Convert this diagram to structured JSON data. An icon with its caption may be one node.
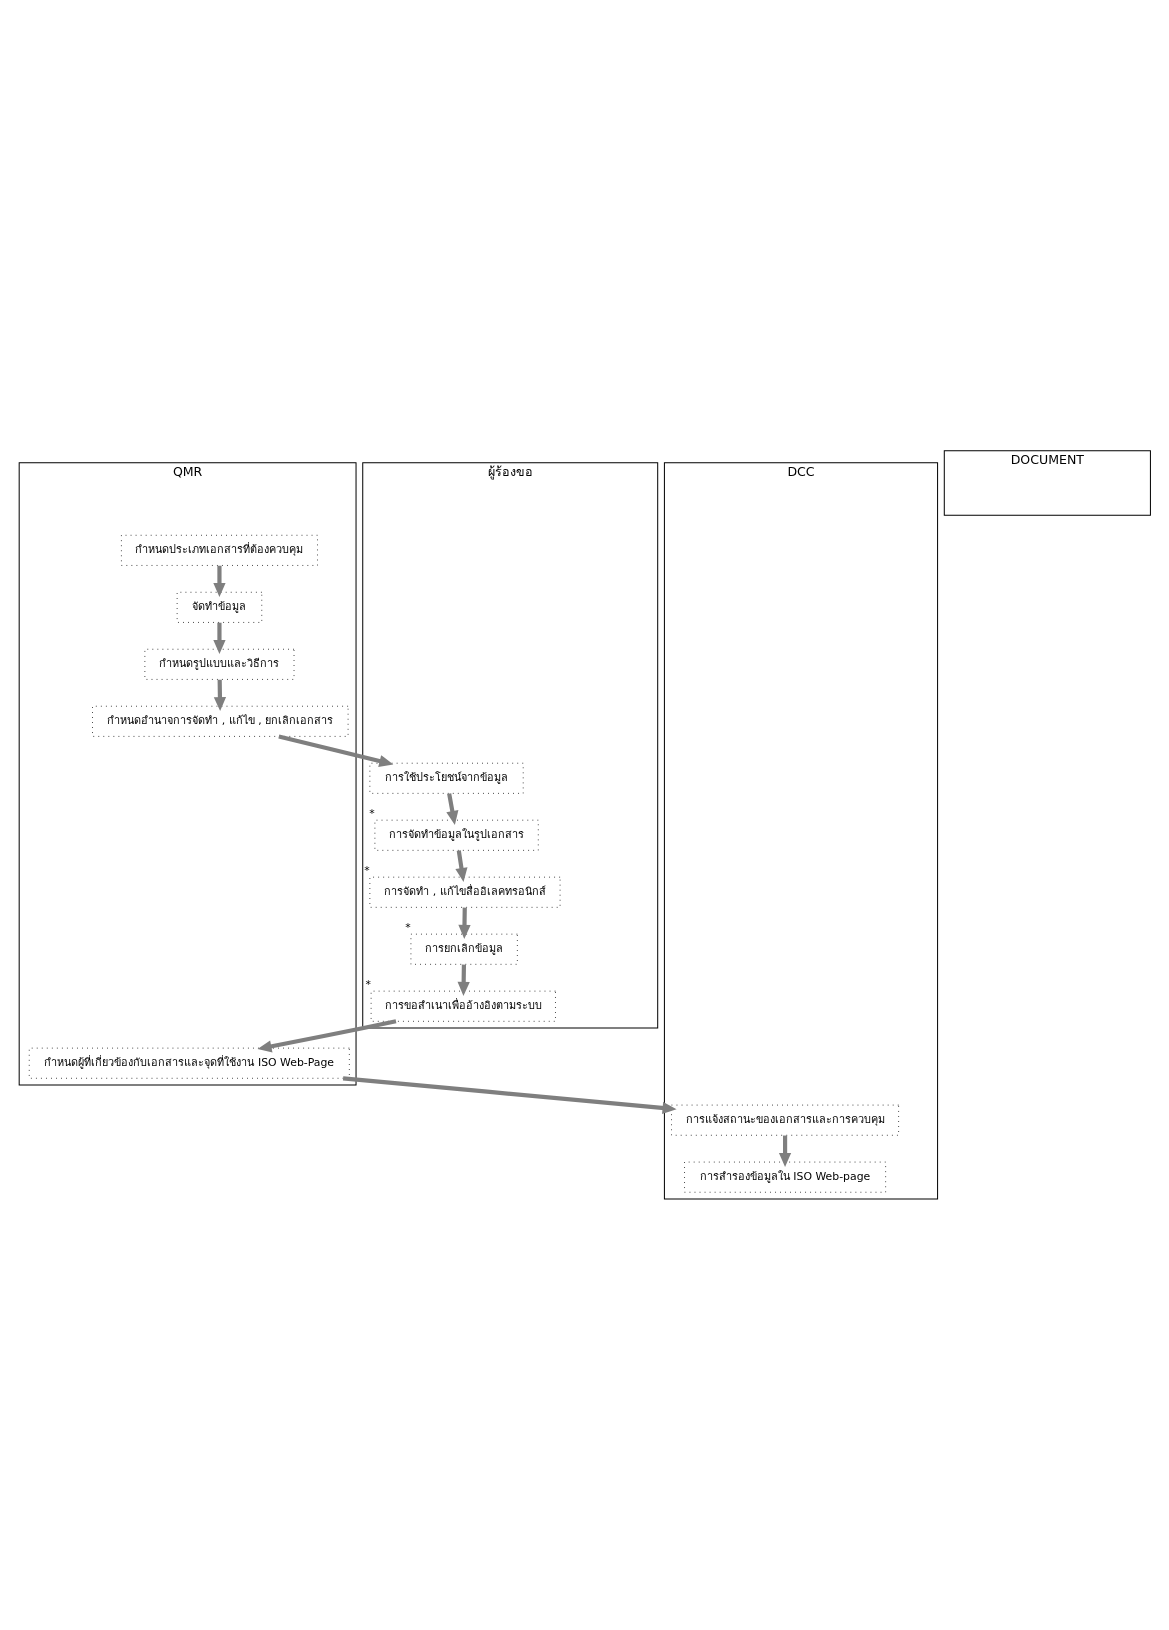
{
  "diagram": {
    "nodes": [
      {
        "text": [
          "QMR"
        ]
      },
      {
        "text": [
          "DCC"
        ]
      },
      {
        "text": [
          "ผู้ร้องขอ"
        ]
      },
      {
        "text": [
          "DOCUMENT"
        ]
      },
      {
        "text": [
          "กำหนดประเภทเอกสารที่ต้องควบคุม"
        ],
        "in": 0
      },
      {
        "text": [
          "จัดทำข้อมูล"
        ],
        "in": 0
      },
      {
        "text": [
          "กำหนดรูปแบบและวิธีการ"
        ],
        "in": 0
      },
      {
        "text": [
          "กำหนดอำนาจการจัดทำ , แก้ไข , ยกเลิกเอกสาร"
        ],
        "in": 0
      },
      {
        "text": [
          "การใช้ประโยชน์จากข้อมูล"
        ],
        "in": 2
      },
      {
        "text": [
          "การจัดทำข้อมูลในรูปเอกสาร"
        ],
        "in": 2,
        "beside": [
          "*"
        ]
      },
      {
        "text": [
          "การจัดทำ , แก้ไขสื่ออิเลคทรอนิกส์"
        ],
        "in": 2,
        "beside": [
          "*"
        ]
      },
      {
        "text": [
          "การยกเลิกข้อมูล"
        ],
        "in": 2,
        "beside": [
          "*"
        ]
      },
      {
        "text": [
          "การขอสำเนาเพื่ออ้างอิงตามระบบ"
        ],
        "in": 2,
        "beside": [
          "*"
        ]
      },
      {
        "text": [
          "กำหนดผู้ที่เกี่ยวข้องกับเอกสารและจุดที่ใช้งาน ISO Web-Page"
        ],
        "in": 0
      },
      {
        "text": [
          "การแจ้งสถานะของเอกสารและการควบคุม"
        ],
        "in": 1
      },
      {
        "text": [
          "การสำรองข้อมูลใน ISO Web-page"
        ],
        "in": 1
      }
    ],
    "edges": [
      {
        "from": 4,
        "to": 5,
        "arrow": "to"
      },
      {
        "from": 5,
        "to": 6,
        "arrow": "to"
      },
      {
        "from": 6,
        "to": 7,
        "arrow": "to"
      },
      {
        "from": 7,
        "to": 8,
        "arrow": "to"
      },
      {
        "from": 8,
        "to": 9,
        "arrow": "to"
      },
      {
        "from": 9,
        "to": 10,
        "arrow": "to"
      },
      {
        "from": 10,
        "to": 11,
        "arrow": "to"
      },
      {
        "from": 11,
        "to": 12,
        "arrow": "to"
      },
      {
        "from": 12,
        "to": 13,
        "arrow": "to"
      },
      {
        "from": 13,
        "to": 14,
        "arrow": "to"
      },
      {
        "from": 14,
        "to": 15,
        "arrow": "to"
      }
    ]
  }
}
